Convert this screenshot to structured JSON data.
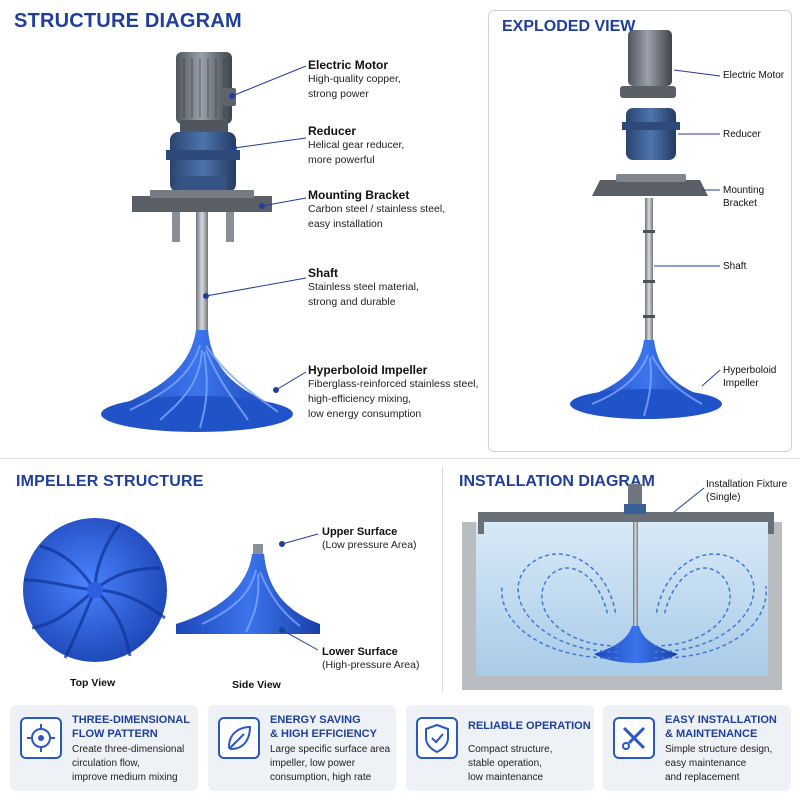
{
  "structure": {
    "title": "STRUCTURE DIAGRAM",
    "callouts": [
      {
        "title": "Electric Motor",
        "desc1": "High-quality copper,",
        "desc2": "strong power"
      },
      {
        "title": "Reducer",
        "desc1": "Helical gear reducer,",
        "desc2": "more powerful"
      },
      {
        "title": "Mounting Bracket",
        "desc1": "Carbon steel / stainless steel,",
        "desc2": "easy installation"
      },
      {
        "title": "Shaft",
        "desc1": "Stainless steel material,",
        "desc2": "strong and durable"
      },
      {
        "title": "Hyperboloid Impeller",
        "desc1": "Fiberglass-reinforced stainless steel,",
        "desc2": "high-efficiency mixing,",
        "desc3": "low energy consumption"
      }
    ]
  },
  "exploded": {
    "title": "EXPLODED VIEW",
    "labels": [
      "Electric Motor",
      "Reducer",
      "Mounting Bracket",
      "Shaft",
      "Hyperboloid",
      "Impeller"
    ]
  },
  "impeller": {
    "title": "IMPELLER STRUCTURE",
    "top_view": "Top View",
    "side_view": "Side View",
    "upper_title": "Upper Surface",
    "upper_desc": "(Low pressure Area)",
    "lower_title": "Lower Surface",
    "lower_desc": "(High-pressure Area)"
  },
  "installation": {
    "title": "INSTALLATION DIAGRAM",
    "fixture_line1": "Installation Fixture",
    "fixture_line2": "(Single)"
  },
  "features": [
    {
      "icon": "flow-icon",
      "title1": "THREE-DIMENSIONAL",
      "title2": "FLOW PATTERN",
      "d1": "Create three-dimensional",
      "d2": "circulation flow,",
      "d3": "improve medium mixing"
    },
    {
      "icon": "leaf-icon",
      "title1": "ENERGY SAVING",
      "title2": "& HIGH EFFICIENCY",
      "d1": "Large specific surface area",
      "d2": "impeller, low power",
      "d3": "consumption, high rate"
    },
    {
      "icon": "shield-check-icon",
      "title1": "RELIABLE OPERATION",
      "title2": "",
      "d1": "Compact structure,",
      "d2": "stable operation,",
      "d3": "low maintenance"
    },
    {
      "icon": "wrench-screwdriver-icon",
      "title1": "EASY INSTALLATION",
      "title2": "& MAINTENANCE",
      "d1": "Simple structure design,",
      "d2": "easy maintenance",
      "d3": "and replacement"
    }
  ],
  "colors": {
    "accent": "#1f3f9a",
    "impeller_blue": "#2a5fd6",
    "reducer_blue": "#3a5f96",
    "motor_gray": "#6f7680"
  }
}
